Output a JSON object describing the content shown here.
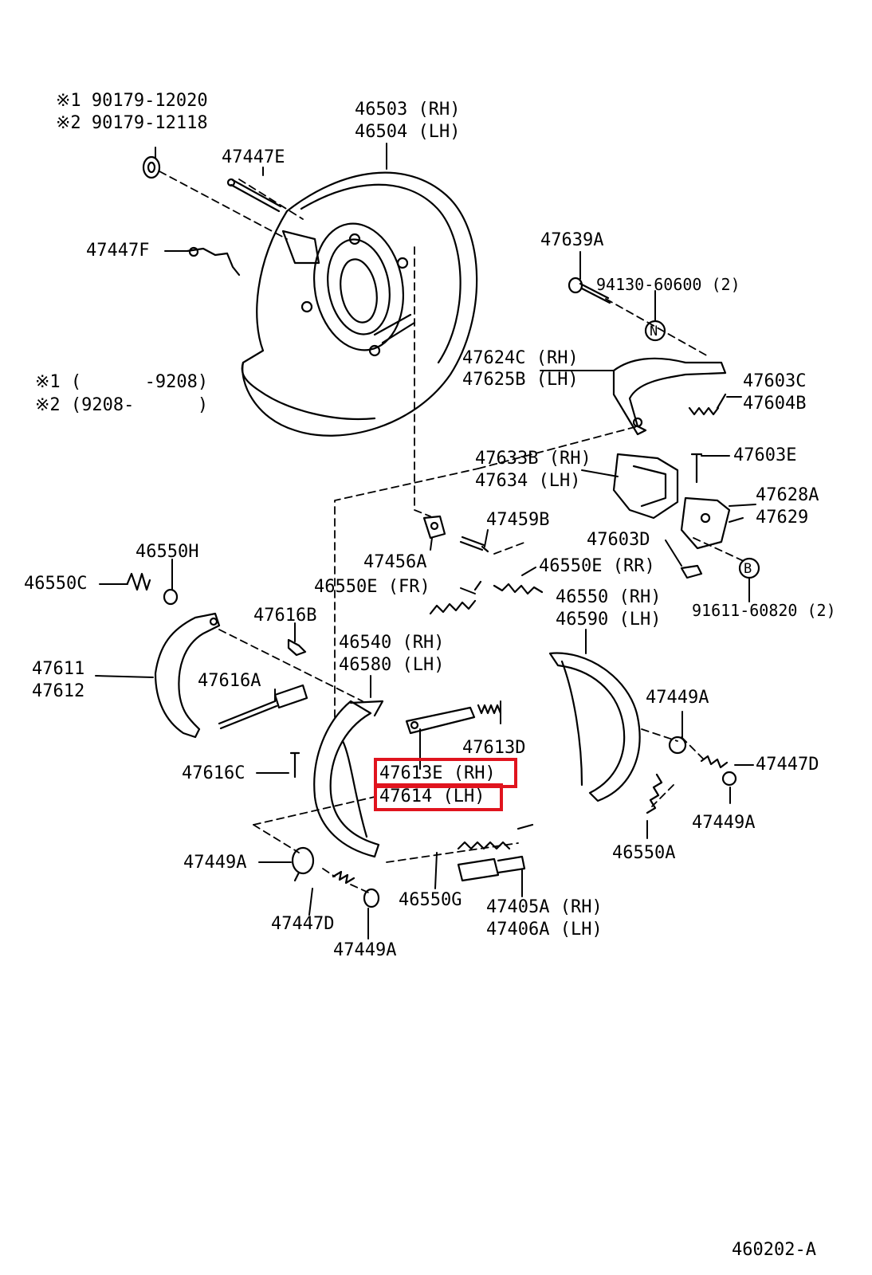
{
  "diagram_code": "460202-A",
  "highlight_color": "#e0141e",
  "notes": {
    "n1_part": "※1 90179-12020",
    "n2_part": "※2 90179-12118",
    "n1_range": "※1 (      -9208)",
    "n2_range": "※2 (9208-      )"
  },
  "labels": {
    "p46503": "46503 (RH)",
    "p46504": "46504 (LH)",
    "p47447E": "47447E",
    "p47447F": "47447F",
    "p47639A": "47639A",
    "p94130": "94130-60600 (2)",
    "callout_n": "N",
    "p47624C": "47624C (RH)",
    "p47625B": "47625B (LH)",
    "p47603C": "47603C",
    "p47604B": "47604B",
    "p47633B": "47633B (RH)",
    "p47634": "47634 (LH)",
    "p47603E": "47603E",
    "p47628A": "47628A",
    "p47629": "47629",
    "p47459B": "47459B",
    "p47603D": "47603D",
    "callout_b": "B",
    "p91611": "91611-60820 (2)",
    "p47456A": "47456A",
    "p46550H": "46550H",
    "p46550C": "46550C",
    "p46550E_fr": "46550E (FR)",
    "p46550E_rr": "46550E (RR)",
    "p46550": "46550 (RH)",
    "p46590": "46590 (LH)",
    "p47616B": "47616B",
    "p46540": "46540 (RH)",
    "p46580": "46580 (LH)",
    "p47611": "47611",
    "p47612": "47612",
    "p47616A": "47616A",
    "p47613D": "47613D",
    "p47449A_r": "47449A",
    "p47613E": "47613E (RH)",
    "p47614": "47614 (LH)",
    "p47616C": "47616C",
    "p47447D_r": "47447D",
    "p47449A_r2": "47449A",
    "p46550A": "46550A",
    "p47449A_l": "47449A",
    "p47447D_l": "47447D",
    "p46550G": "46550G",
    "p47405A": "47405A (RH)",
    "p47406A": "47406A (LH)",
    "p47449A_b": "47449A"
  }
}
